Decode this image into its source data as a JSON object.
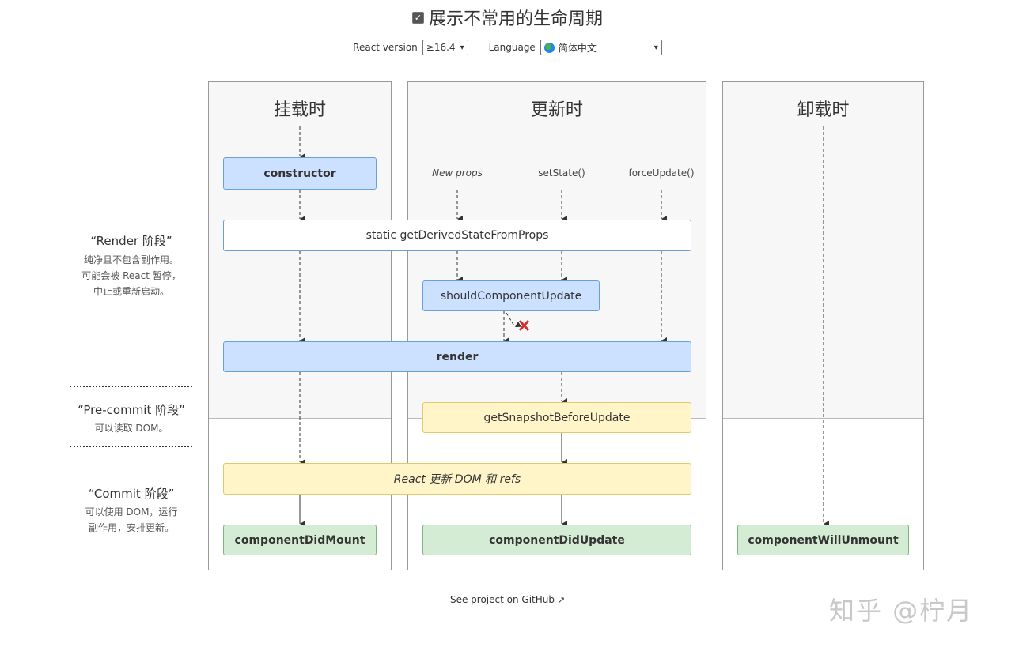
{
  "header": {
    "title": "展示不常用的生命周期"
  },
  "controls": {
    "react_version_label": "React version",
    "react_version_value": "≥16.4",
    "language_label": "Language",
    "language_value": "简体中文"
  },
  "columns": {
    "mount": {
      "title": "挂载时"
    },
    "update": {
      "title": "更新时"
    },
    "unmount": {
      "title": "卸载时"
    }
  },
  "triggers": {
    "new_props": "New props",
    "set_state": "setState()",
    "force_update": "forceUpdate()"
  },
  "nodes": {
    "constructor": "constructor",
    "get_derived_state": "static getDerivedStateFromProps",
    "should_component_update": "shouldComponentUpdate",
    "render": "render",
    "get_snapshot": "getSnapshotBeforeUpdate",
    "react_updates_dom": "React 更新 DOM 和 refs",
    "component_did_mount": "componentDidMount",
    "component_did_update": "componentDidUpdate",
    "component_will_unmount": "componentWillUnmount"
  },
  "phases": {
    "render": {
      "title": "“Render 阶段”",
      "desc_lines": [
        "纯净且不包含副作用。",
        "可能会被 React 暂停，",
        "中止或重新启动。"
      ]
    },
    "precommit": {
      "title": "“Pre-commit 阶段”",
      "desc_lines": [
        "可以读取 DOM。"
      ]
    },
    "commit": {
      "title": "“Commit 阶段”",
      "desc_lines": [
        "可以使用 DOM，运行",
        "副作用，安排更新。"
      ]
    }
  },
  "footer": {
    "text": "See project on",
    "link": "GitHub"
  },
  "watermark": "知乎 @柠月",
  "colors": {
    "blue_fill": "#cce0ff",
    "yellow_fill": "#fff5c9",
    "green_fill": "#d4ecd4",
    "cancel_x": "#d32f2f"
  }
}
